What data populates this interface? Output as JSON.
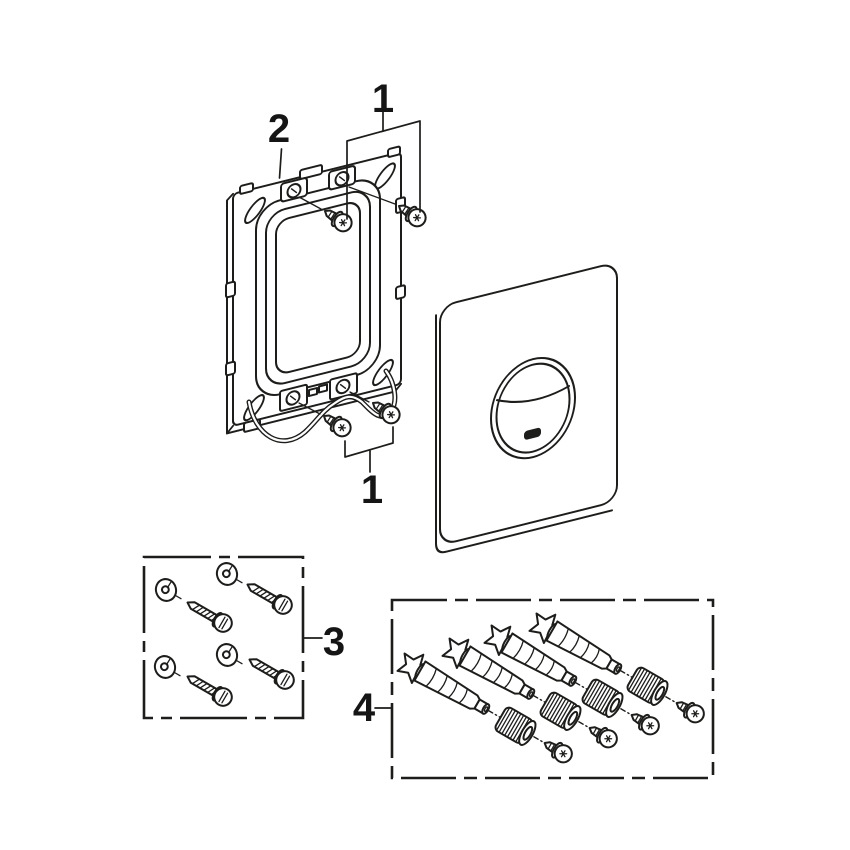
{
  "diagram": {
    "background_color": "#ffffff",
    "line_color": "#1d1d1b",
    "callouts": {
      "top_screws": "1",
      "frame": "2",
      "bottom_screws": "1",
      "screw_kit": "3",
      "extension_kit": "4"
    }
  }
}
